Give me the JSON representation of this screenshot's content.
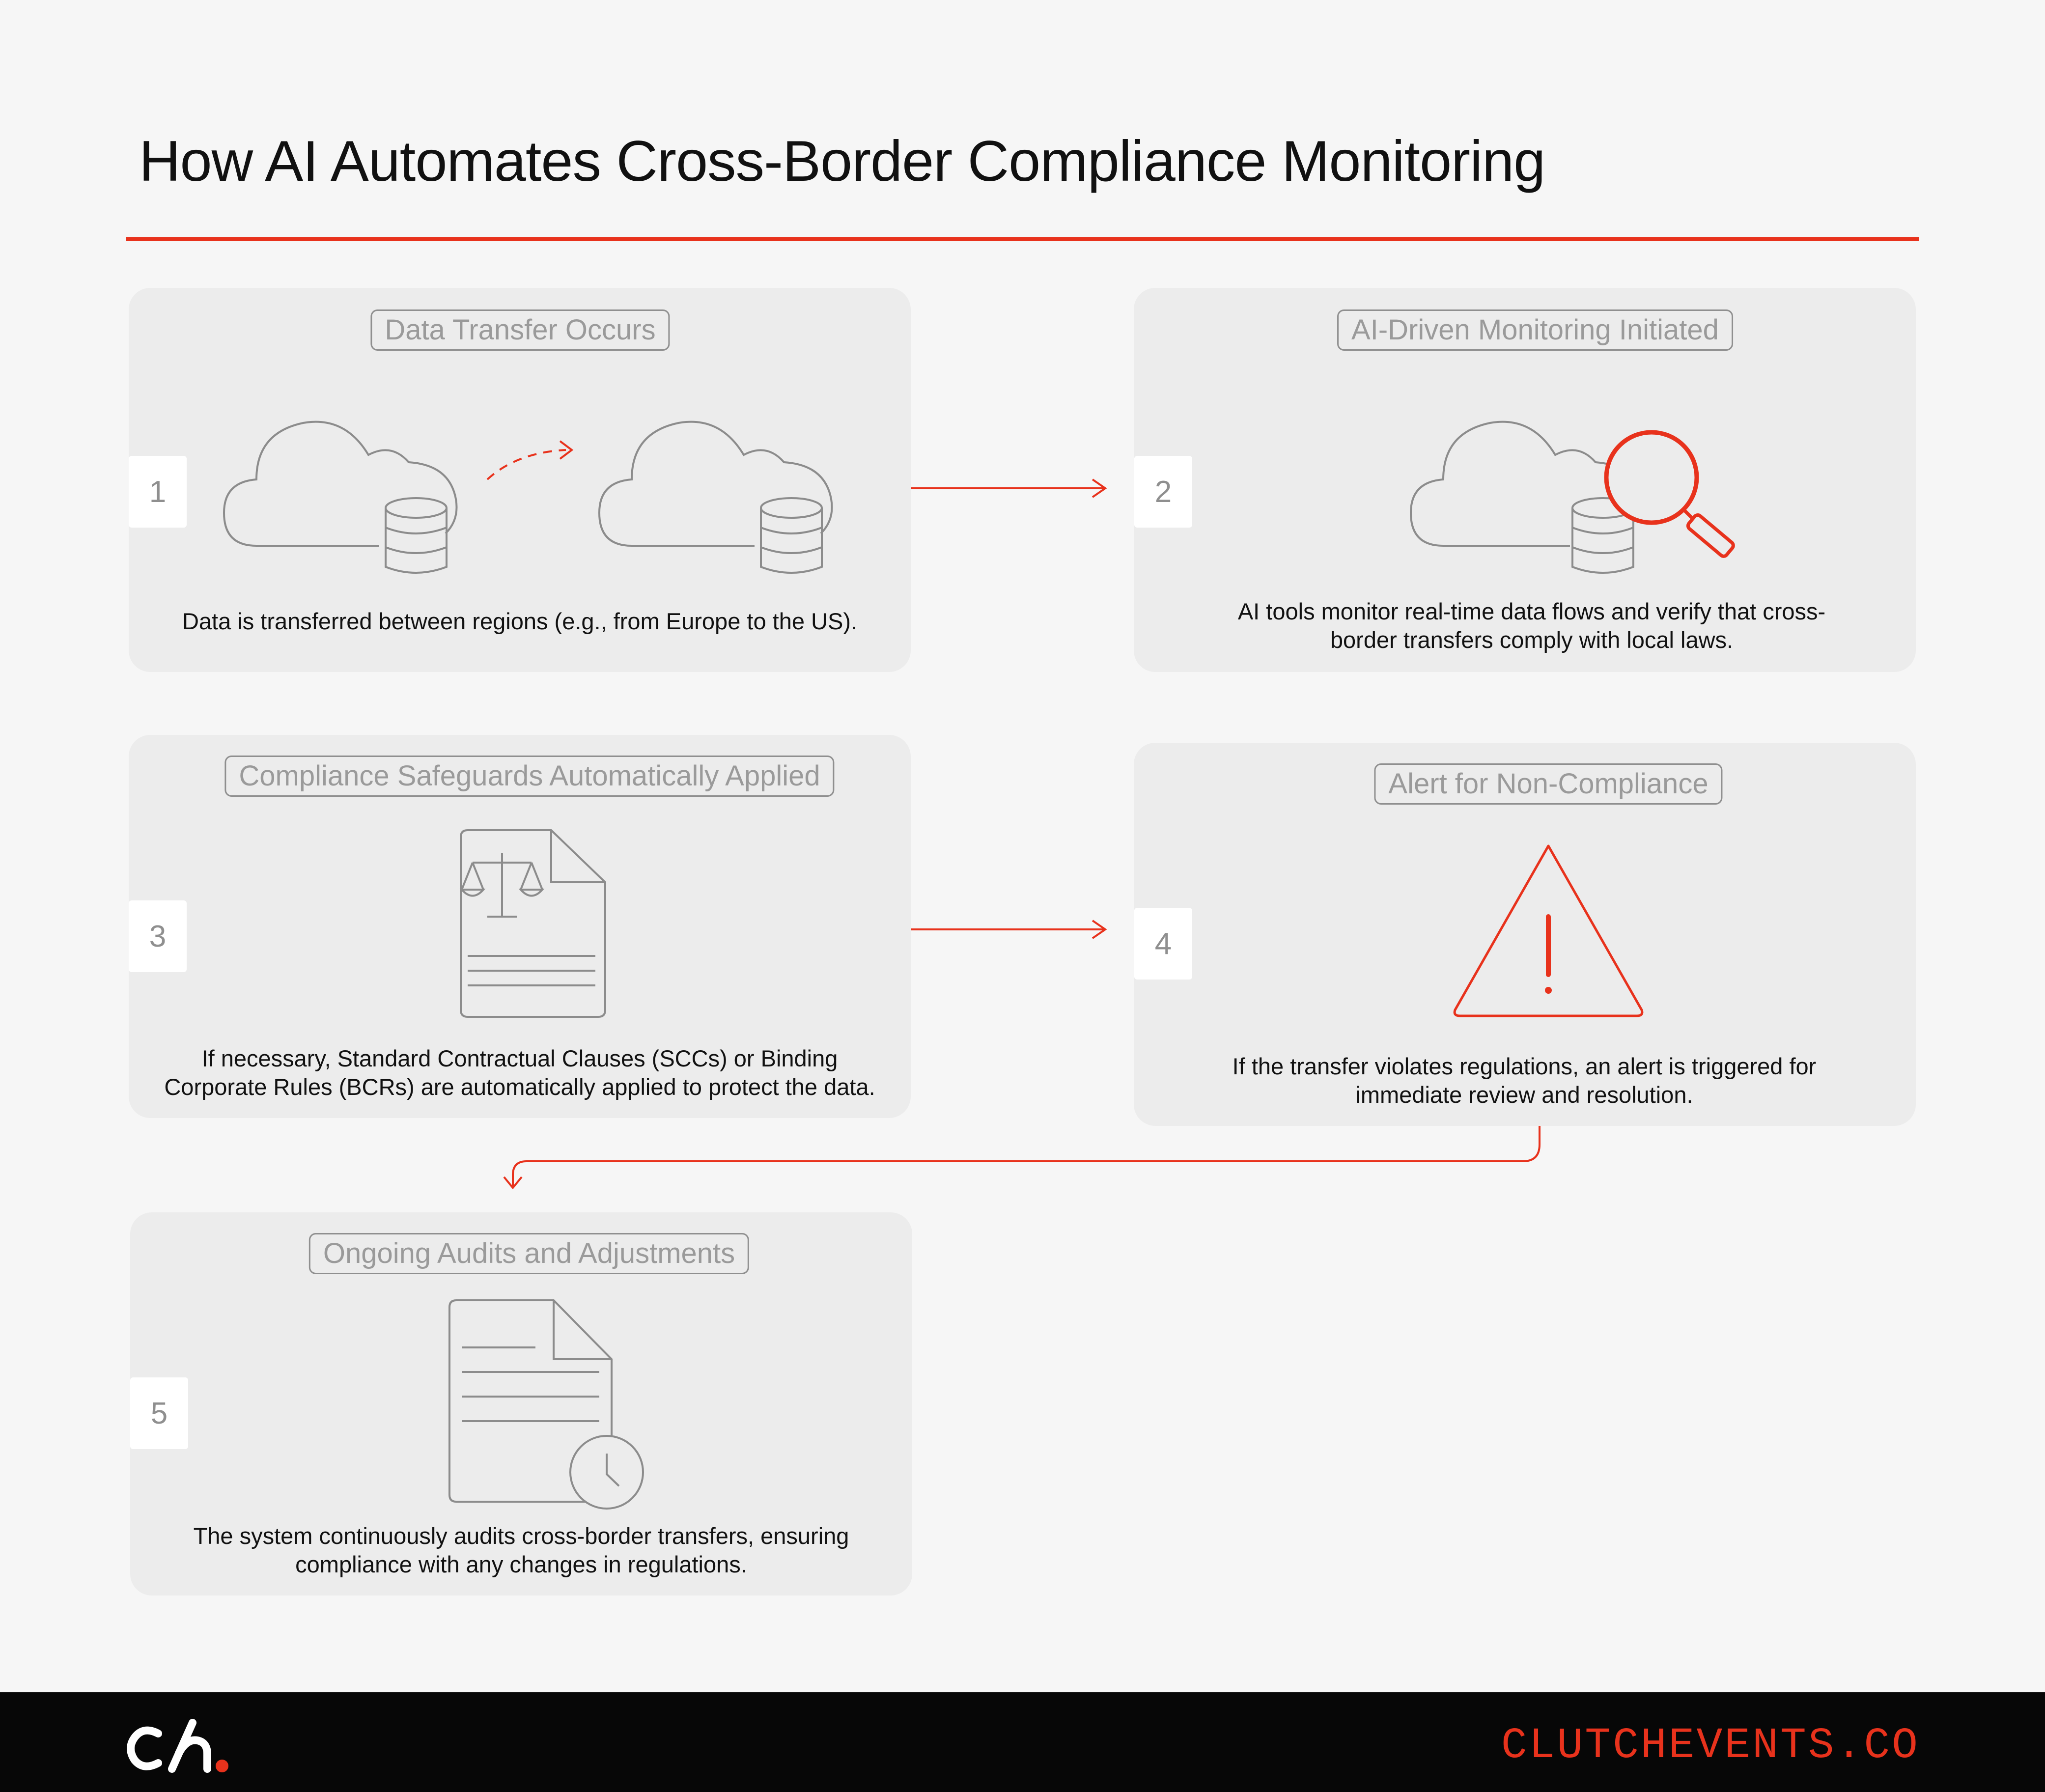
{
  "title": "How AI Automates Cross-Border Compliance Monitoring",
  "steps": [
    {
      "number": "1",
      "label": "Data Transfer Occurs",
      "description": "Data is transferred between regions (e.g., from Europe to the US)."
    },
    {
      "number": "2",
      "label": "AI-Driven Monitoring Initiated",
      "description": "AI tools monitor real-time data flows and verify that cross-border transfers comply with local laws."
    },
    {
      "number": "3",
      "label": "Compliance Safeguards Automatically Applied",
      "description": "If necessary, Standard Contractual Clauses (SCCs) or Binding Corporate Rules (BCRs) are automatically applied to protect the data."
    },
    {
      "number": "4",
      "label": "Alert for Non-Compliance",
      "description": "If the transfer violates regulations, an alert is triggered for immediate review and resolution."
    },
    {
      "number": "5",
      "label": "Ongoing Audits and Adjustments",
      "description": "The system continuously audits cross-border transfers, ensuring compliance with any changes in regulations."
    }
  ],
  "footer": {
    "website": "CLUTCHEVENTS.CO"
  },
  "colors": {
    "accent": "#e8321c",
    "card": "#ececec",
    "background": "#f6f6f6",
    "footer": "#070707"
  }
}
